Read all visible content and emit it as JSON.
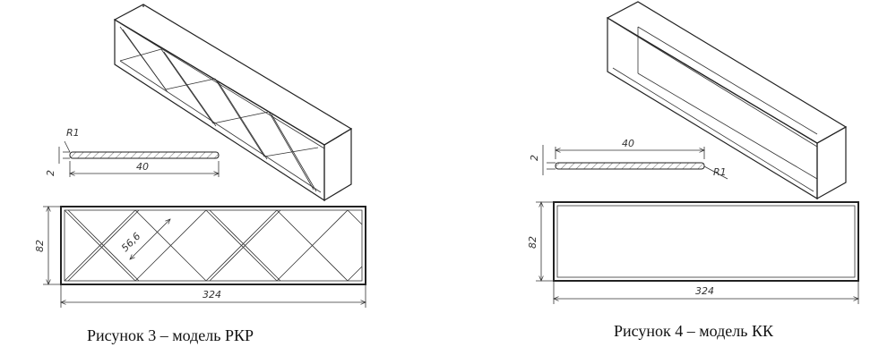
{
  "figure3": {
    "caption": "Рисунок 3 – модель РКР",
    "dims": {
      "radius": "R1",
      "thickness": "2",
      "width": "40",
      "height": "82",
      "length": "324",
      "diagonal": "56,6"
    }
  },
  "figure4": {
    "caption": "Рисунок 4 – модель КК",
    "dims": {
      "radius": "R1",
      "thickness": "2",
      "width": "40",
      "height": "82",
      "length": "324"
    }
  }
}
